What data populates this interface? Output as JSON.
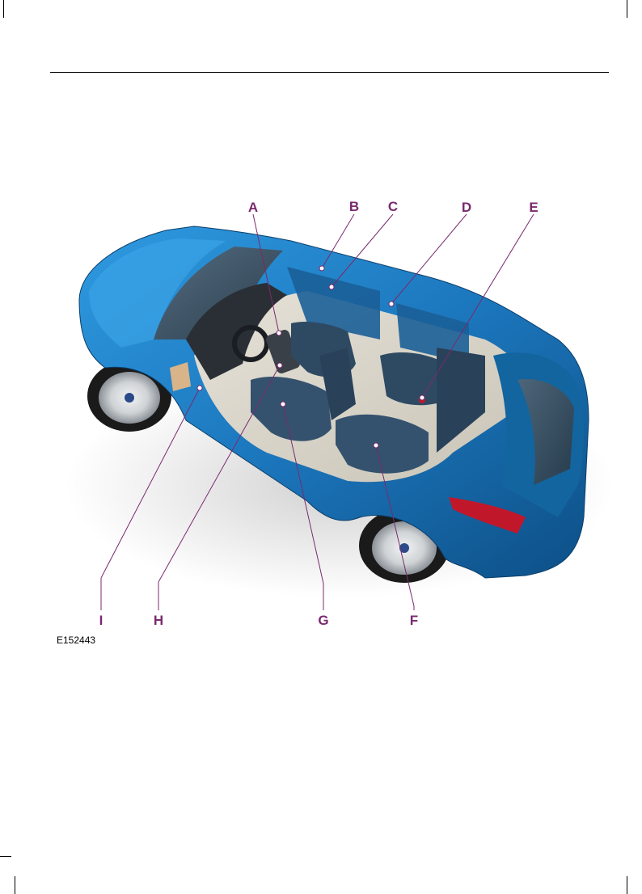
{
  "figure": {
    "id": "E152443",
    "callouts": [
      "A",
      "B",
      "C",
      "D",
      "E",
      "F",
      "G",
      "H",
      "I"
    ]
  },
  "colors": {
    "callout": "#7a2a6e",
    "body_paint": "#1f7fc0",
    "seat": "#2e4a63"
  }
}
